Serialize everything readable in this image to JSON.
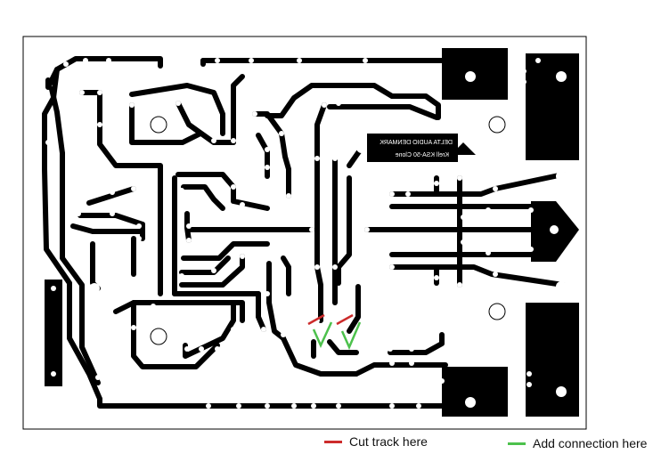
{
  "board": {
    "silkscreen_line1": "DELTA AUDIO DENMARK",
    "silkscreen_line2": "Krell KSA-50 Clone",
    "track_color": "#000000",
    "pad_color": "#ffffff",
    "background_color": "#ffffff"
  },
  "legend": {
    "cut": {
      "label": "Cut track here",
      "color": "#cc2b2b"
    },
    "add": {
      "label": "Add connection here",
      "color": "#4cc14c"
    }
  }
}
